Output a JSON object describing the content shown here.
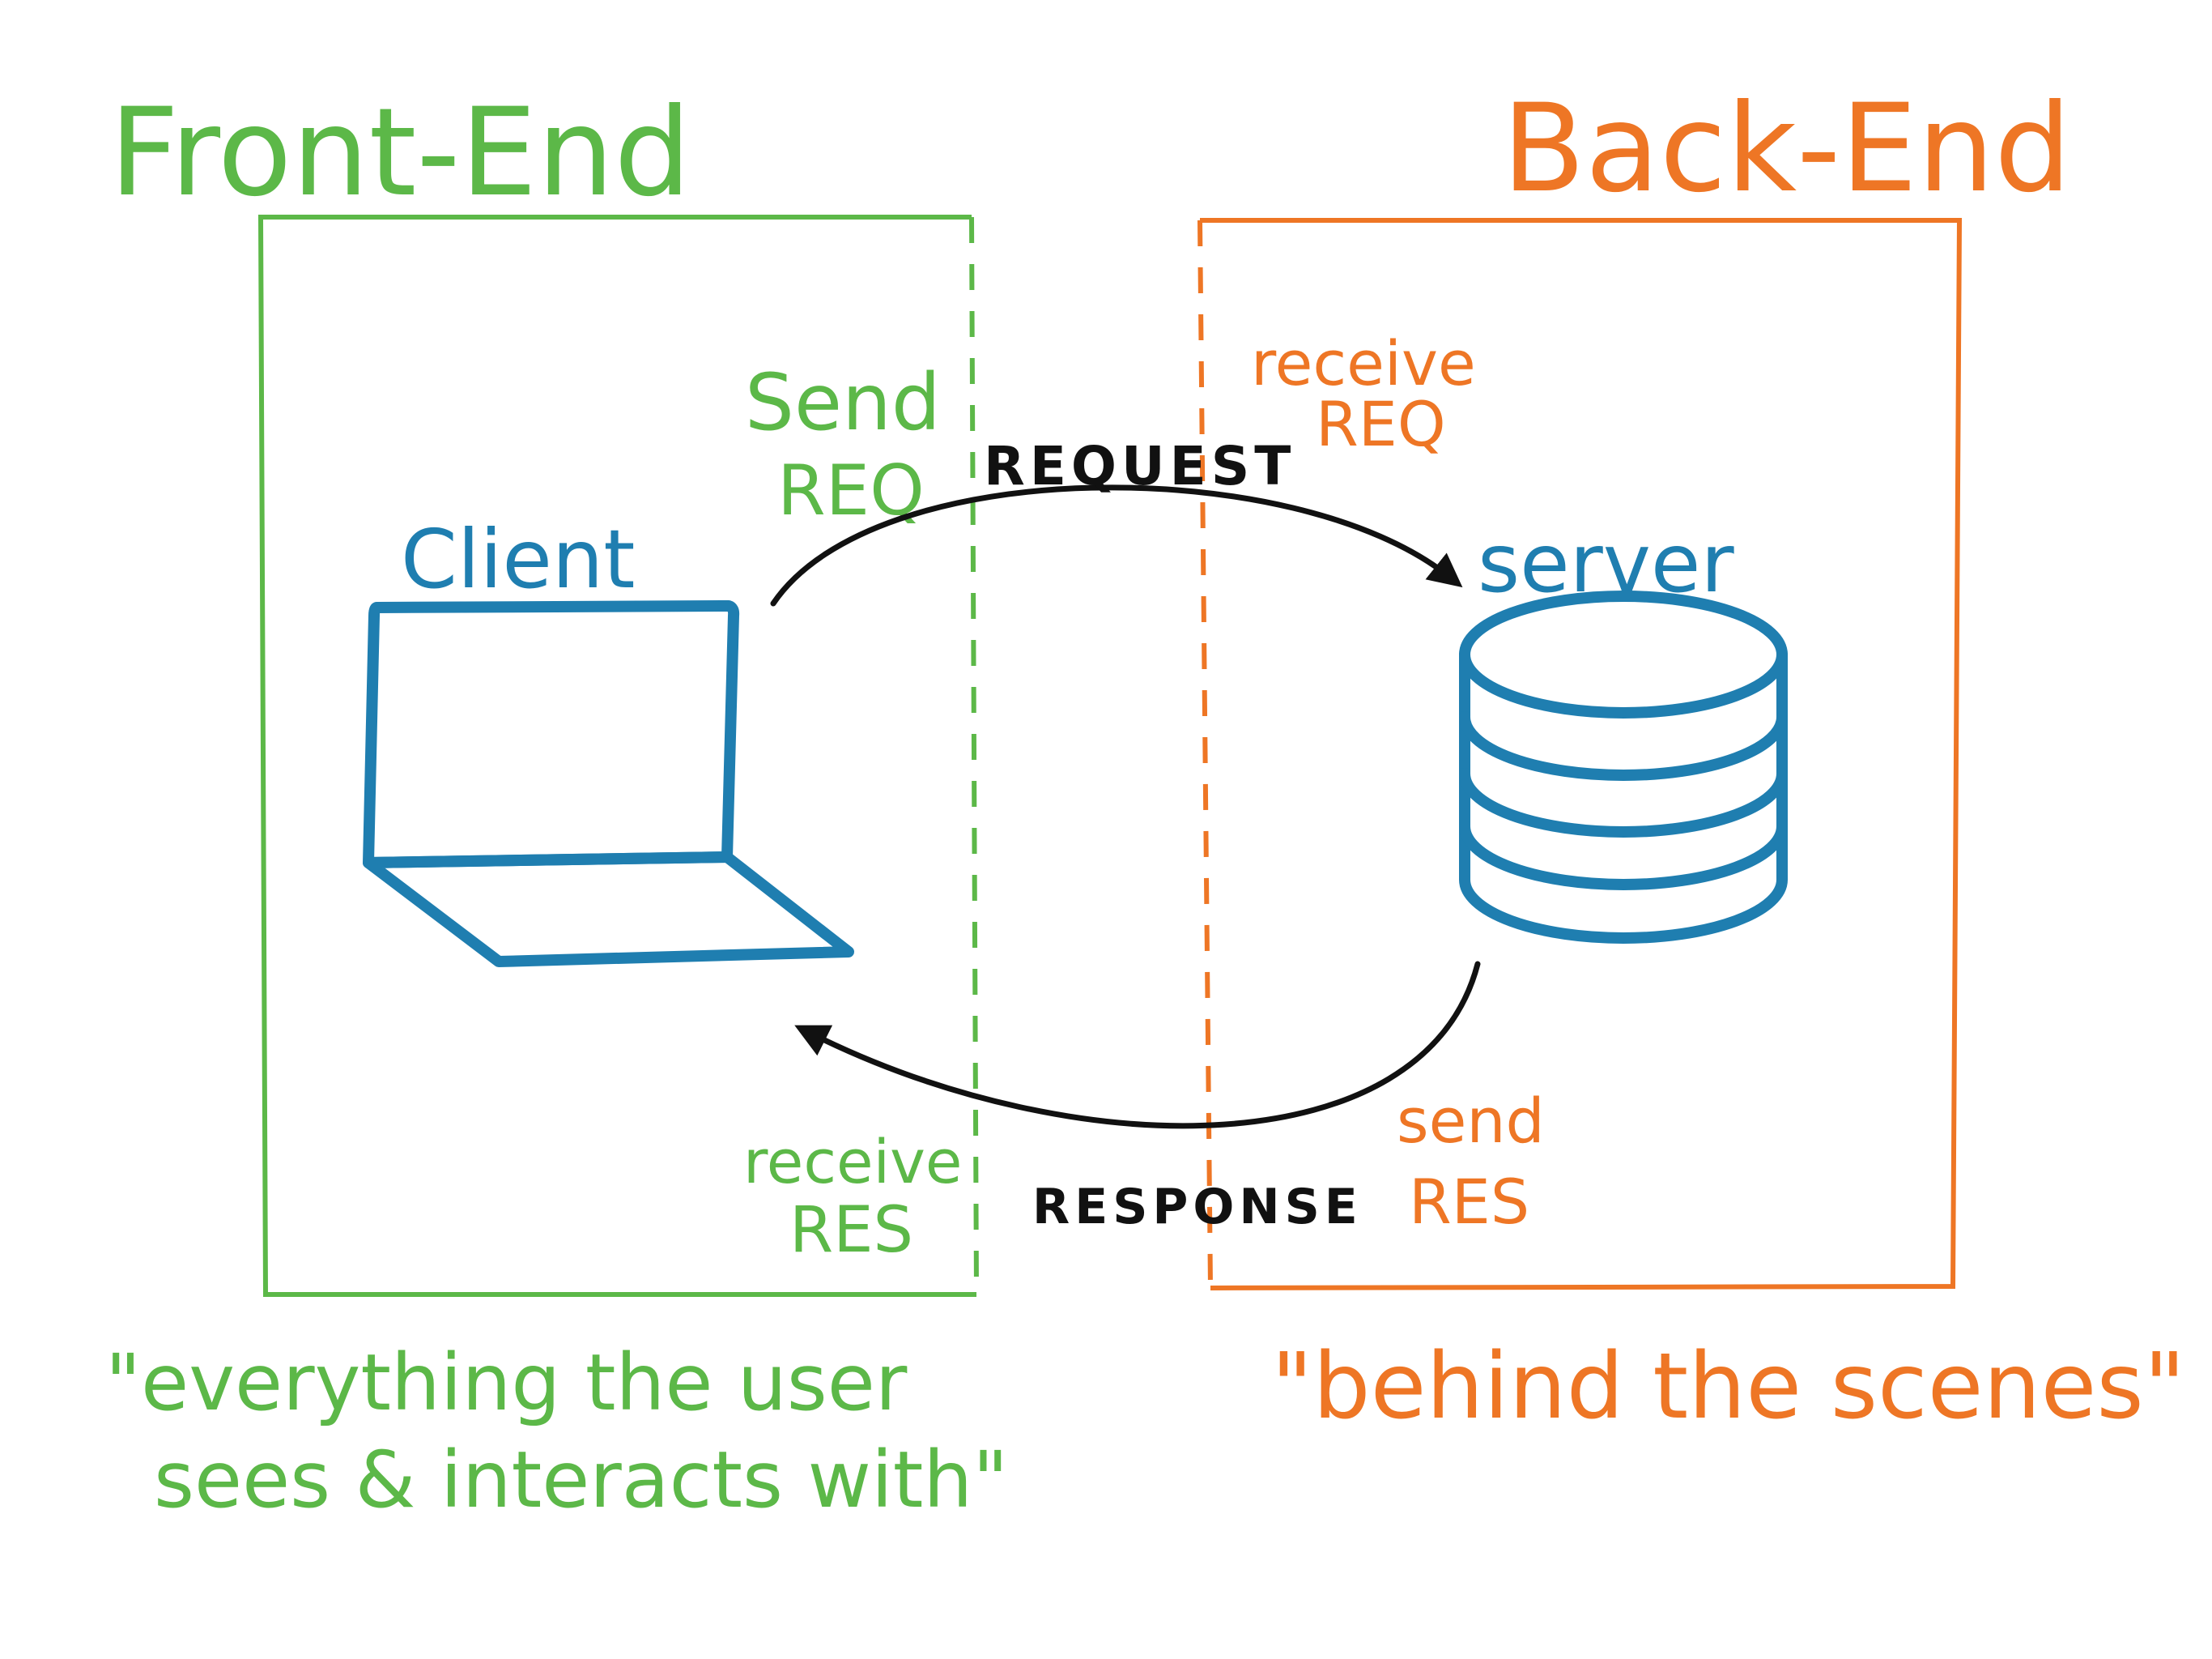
{
  "colors": {
    "frontend": "#5cb848",
    "backend": "#ee7625",
    "device": "#1f7eb0",
    "arrow": "#111111",
    "background": "#ffffff"
  },
  "frontend": {
    "title": "Front-End",
    "description_line1": "\"everything the user",
    "description_line2": "sees & interacts with\"",
    "send_line1": "Send",
    "send_line2": "REQ",
    "receive_line1": "receive",
    "receive_line2": "RES"
  },
  "backend": {
    "title": "Back-End",
    "description": "\"behind the scenes\"",
    "receive_line1": "receive",
    "receive_line2": "REQ",
    "send_line1": "send",
    "send_line2": "RES"
  },
  "client": {
    "label": "Client",
    "icon": "laptop-icon"
  },
  "server": {
    "label": "server",
    "icon": "database-icon"
  },
  "flow": {
    "request_label": "REQUEST",
    "response_label": "RESPONSE"
  }
}
